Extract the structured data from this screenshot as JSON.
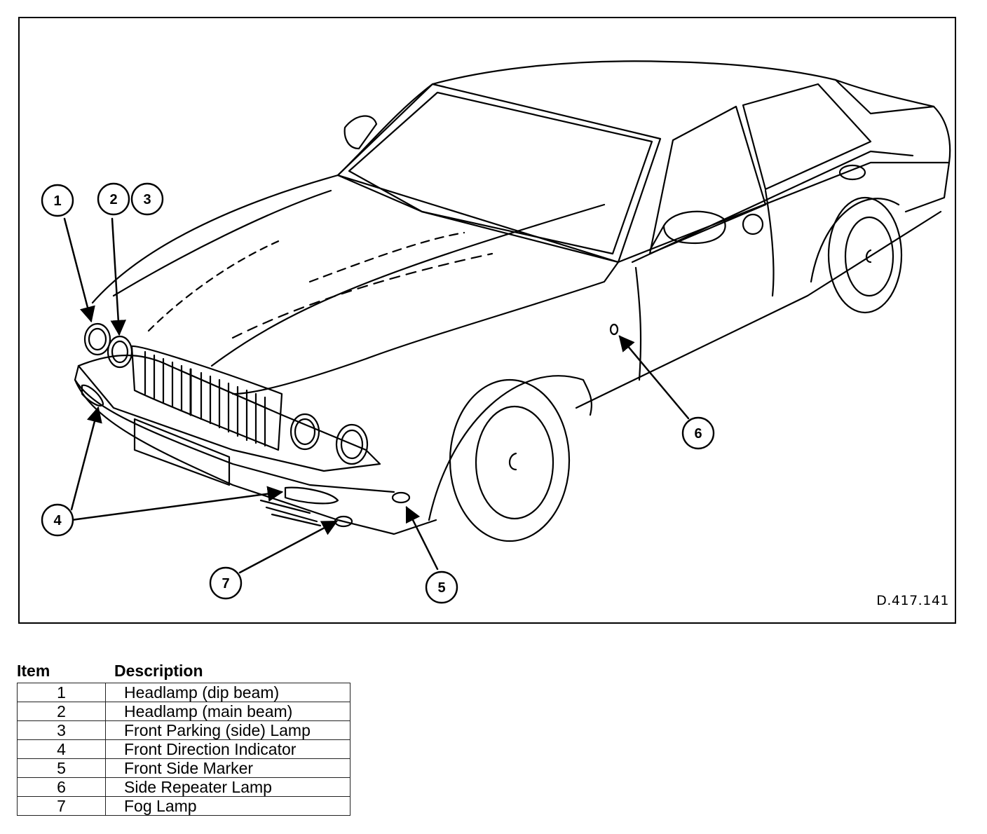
{
  "figure": {
    "code": "D.417.141",
    "callouts": [
      "1",
      "2",
      "3",
      "4",
      "5",
      "6",
      "7"
    ]
  },
  "legend": {
    "header_item": "Item",
    "header_description": "Description",
    "rows": [
      {
        "item": "1",
        "description": "Headlamp (dip beam)"
      },
      {
        "item": "2",
        "description": "Headlamp (main beam)"
      },
      {
        "item": "3",
        "description": "Front Parking (side) Lamp"
      },
      {
        "item": "4",
        "description": "Front Direction Indicator"
      },
      {
        "item": "5",
        "description": "Front Side Marker"
      },
      {
        "item": "6",
        "description": "Side Repeater Lamp"
      },
      {
        "item": "7",
        "description": "Fog Lamp"
      }
    ]
  },
  "colors": {
    "line": "#000000",
    "background": "#ffffff"
  }
}
